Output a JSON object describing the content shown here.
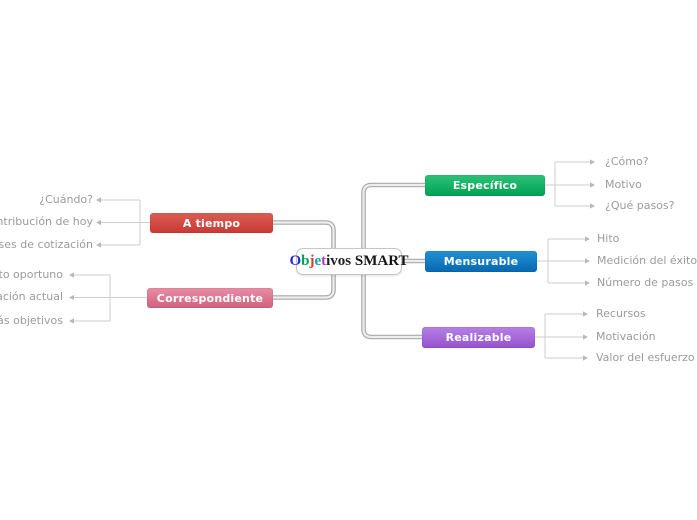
{
  "palette": {
    "canvas_bg": "#ffffff",
    "connector": "#a9a9a9",
    "connector_core": "#ededed",
    "child_line": "#cdcdcd",
    "arrow": "#b8b8b8",
    "child_text": "#9b9b9b",
    "node_border": "#c6c6c6"
  },
  "central": {
    "title": "Objetivos SMART",
    "letters": [
      {
        "t": "O",
        "s": "color:#2929d6"
      },
      {
        "t": "b",
        "s": "color:#00a44f"
      },
      {
        "t": "j",
        "s": "color:#e4352a"
      },
      {
        "t": "e",
        "s": "color:#00a7a7"
      },
      {
        "t": "t",
        "s": "color:#bd35bd"
      },
      {
        "t": "ivos",
        "s": "color:#1f1f1f"
      },
      {
        "t": " SMART",
        "s": "color:#141414"
      }
    ]
  },
  "branches": [
    {
      "label": "Específico",
      "colors": [
        "#2dc177",
        "#00a152"
      ],
      "children": [
        "¿Cómo?",
        "Motivo",
        "¿Qué pasos?"
      ]
    },
    {
      "label": "Mensurable",
      "colors": [
        "#2190d4",
        "#0768b0"
      ],
      "children": [
        "Hito",
        "Medición del éxito",
        "Número de pasos"
      ]
    },
    {
      "label": "Realizable",
      "colors": [
        "#b780e5",
        "#9452ce"
      ],
      "children": [
        "Recursos",
        "Motivación",
        "Valor del esfuerzo"
      ]
    },
    {
      "label": "A tiempo",
      "colors": [
        "#db5d55",
        "#c83a33"
      ],
      "children": [
        "¿Cuándo?",
        "Contribución de hoy",
        "meses de cotización"
      ]
    },
    {
      "label": "Correspondiente",
      "colors": [
        "#e98da4",
        "#d2607e"
      ],
      "children": [
        "ento oportuno",
        "uación actual",
        "más objetivos"
      ]
    }
  ]
}
